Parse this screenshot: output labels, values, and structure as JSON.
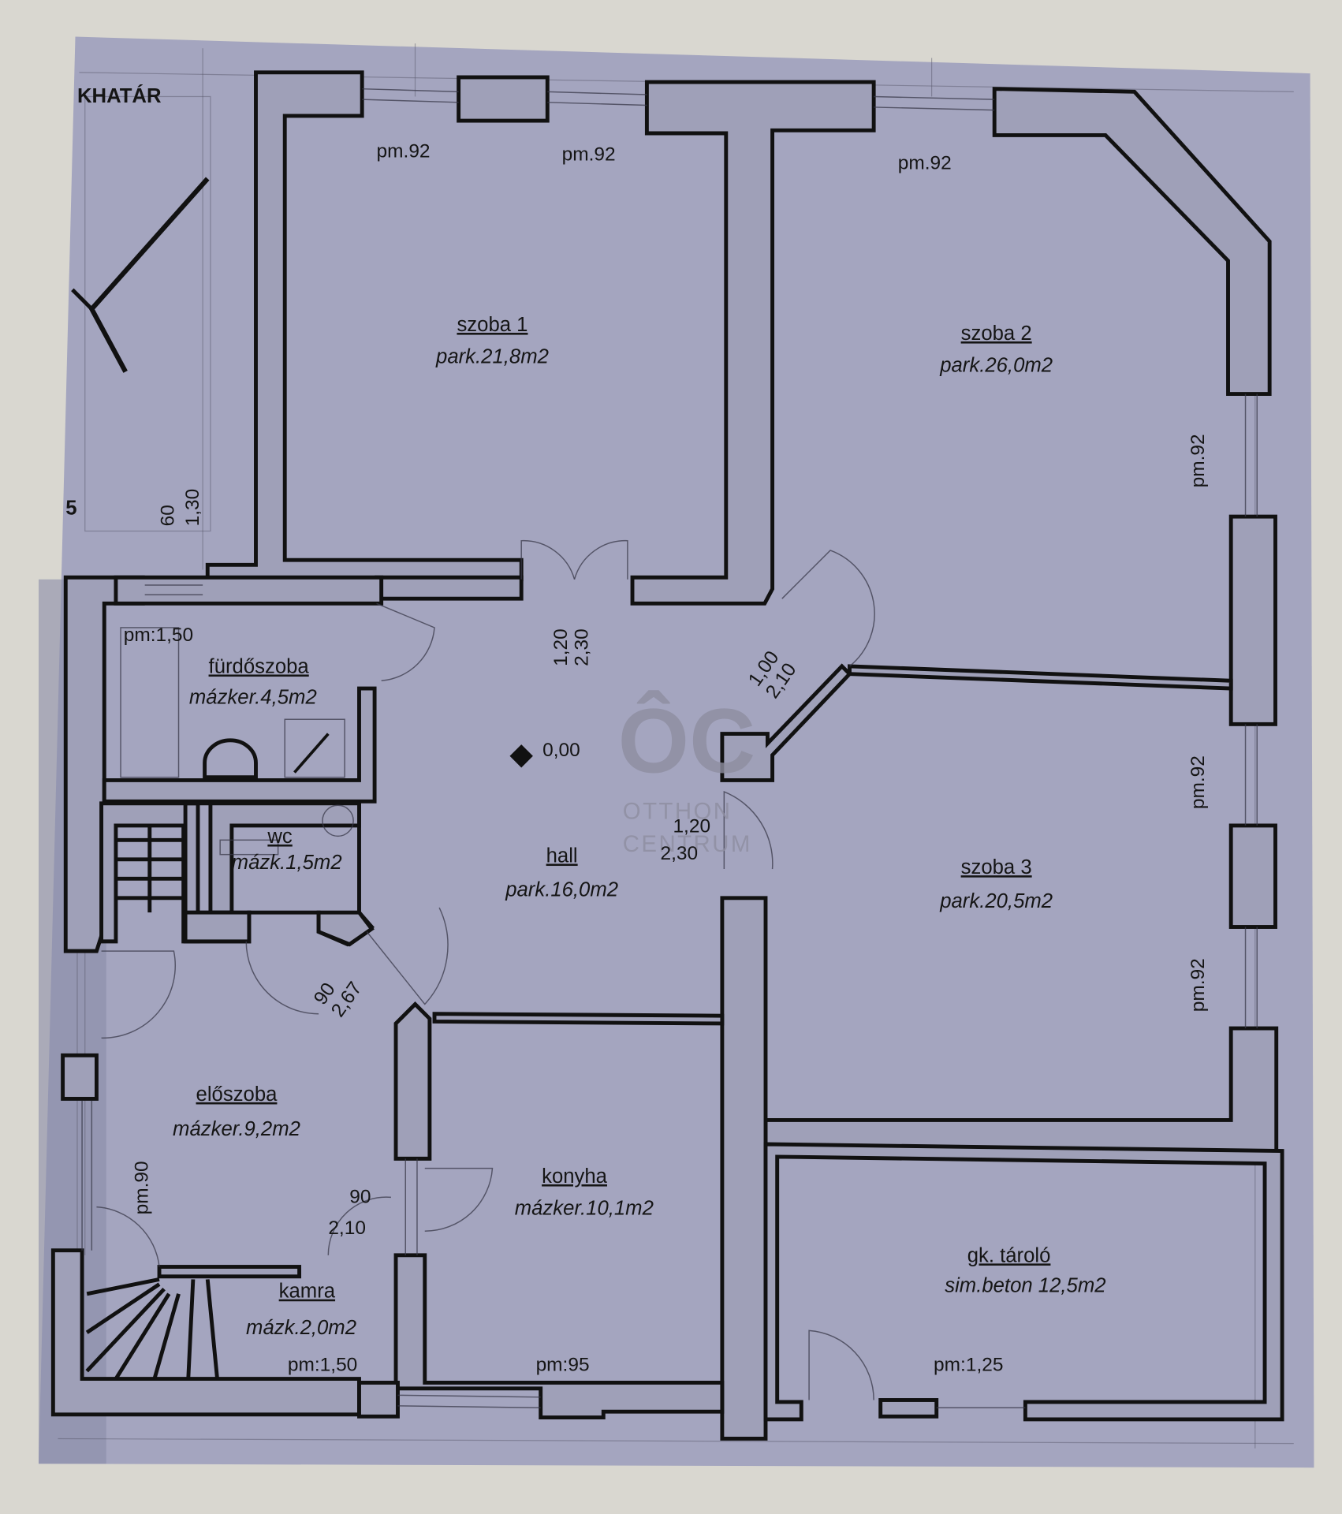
{
  "plan": {
    "corner_label": "KHATÁR",
    "level_marker": "0,00",
    "watermark": {
      "logo": "ÔC",
      "line1": "OTTHON",
      "line2": "CENTRUM"
    },
    "colors": {
      "paper": "#9fa0b8",
      "wall_line": "#111111",
      "background": "#d9d7d0"
    }
  },
  "rooms": [
    {
      "id": "szoba1",
      "name": "szoba 1",
      "area": "park.21,8m2"
    },
    {
      "id": "szoba2",
      "name": "szoba 2",
      "area": "park.26,0m2"
    },
    {
      "id": "furdoszoba",
      "name": "fürdőszoba",
      "area": "mázker.4,5m2"
    },
    {
      "id": "wc",
      "name": "wc",
      "area": "mázk.1,5m2"
    },
    {
      "id": "hall",
      "name": "hall",
      "area": "park.16,0m2"
    },
    {
      "id": "szoba3",
      "name": "szoba 3",
      "area": "park.20,5m2"
    },
    {
      "id": "eloszoba",
      "name": "előszoba",
      "area": "mázker.9,2m2"
    },
    {
      "id": "konyha",
      "name": "konyha",
      "area": "mázker.10,1m2"
    },
    {
      "id": "kamra",
      "name": "kamra",
      "area": "mázk.2,0m2"
    },
    {
      "id": "gktarolo",
      "name": "gk. tároló",
      "area": "sim.beton 12,5m2"
    }
  ],
  "windows": [
    {
      "label": "pm.92"
    },
    {
      "label": "pm.92"
    },
    {
      "label": "pm.92"
    },
    {
      "label": "pm.92"
    },
    {
      "label": "pm.92"
    },
    {
      "label": "pm.92"
    },
    {
      "label": "pm:1,50"
    },
    {
      "label": "pm.90"
    },
    {
      "label": "pm:1,50"
    },
    {
      "label": "pm:95"
    },
    {
      "label": "pm:1,25"
    }
  ],
  "doors": [
    {
      "width": "1,20",
      "height": "2,30"
    },
    {
      "width": "1,00",
      "height": "2,10"
    },
    {
      "width": "1,20",
      "height": "2,30"
    },
    {
      "width": "90",
      "height": "2,67"
    },
    {
      "width": "90",
      "height": "2,10"
    },
    {
      "width": "60",
      "height": "1,30"
    }
  ],
  "edge_fragment": "5"
}
